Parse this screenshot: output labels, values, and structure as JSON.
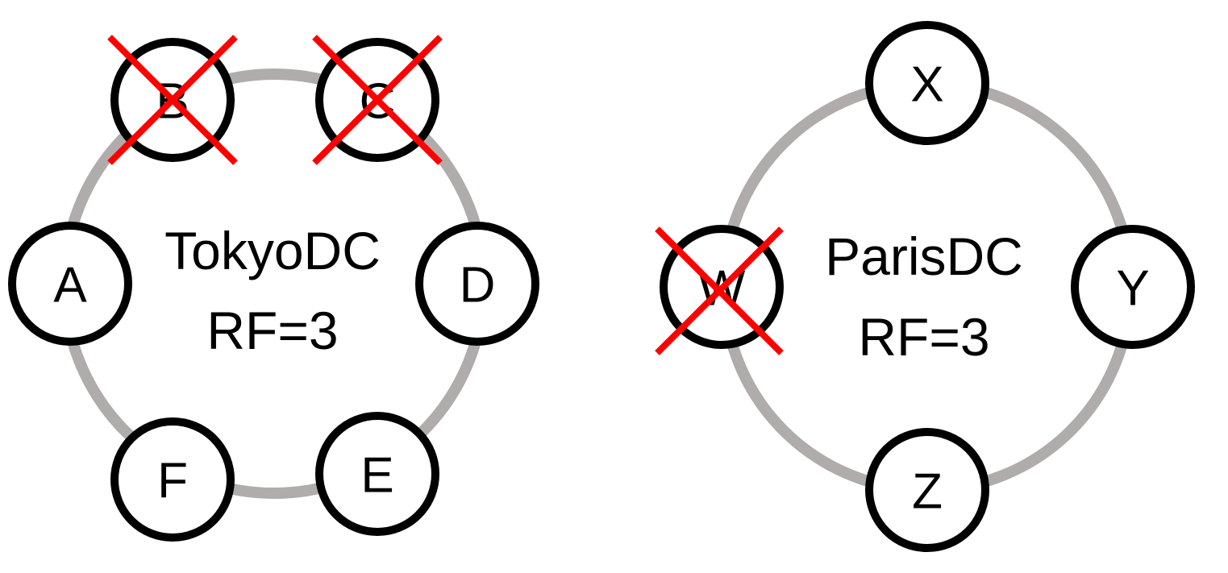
{
  "colors": {
    "ring": "#b0acac",
    "node_border": "#000000",
    "node_fill": "#ffffff",
    "failed_cross": "#ff0000",
    "background": "#ffffff"
  },
  "datacenters": [
    {
      "name": "TokyoDC",
      "replication": "RF=3",
      "nodes": [
        {
          "label": "A",
          "failed": false
        },
        {
          "label": "B",
          "failed": true
        },
        {
          "label": "C",
          "failed": true
        },
        {
          "label": "D",
          "failed": false
        },
        {
          "label": "E",
          "failed": false
        },
        {
          "label": "F",
          "failed": false
        }
      ]
    },
    {
      "name": "ParisDC",
      "replication": "RF=3",
      "nodes": [
        {
          "label": "X",
          "failed": false
        },
        {
          "label": "Y",
          "failed": false
        },
        {
          "label": "Z",
          "failed": false
        },
        {
          "label": "W",
          "failed": true
        }
      ]
    }
  ]
}
